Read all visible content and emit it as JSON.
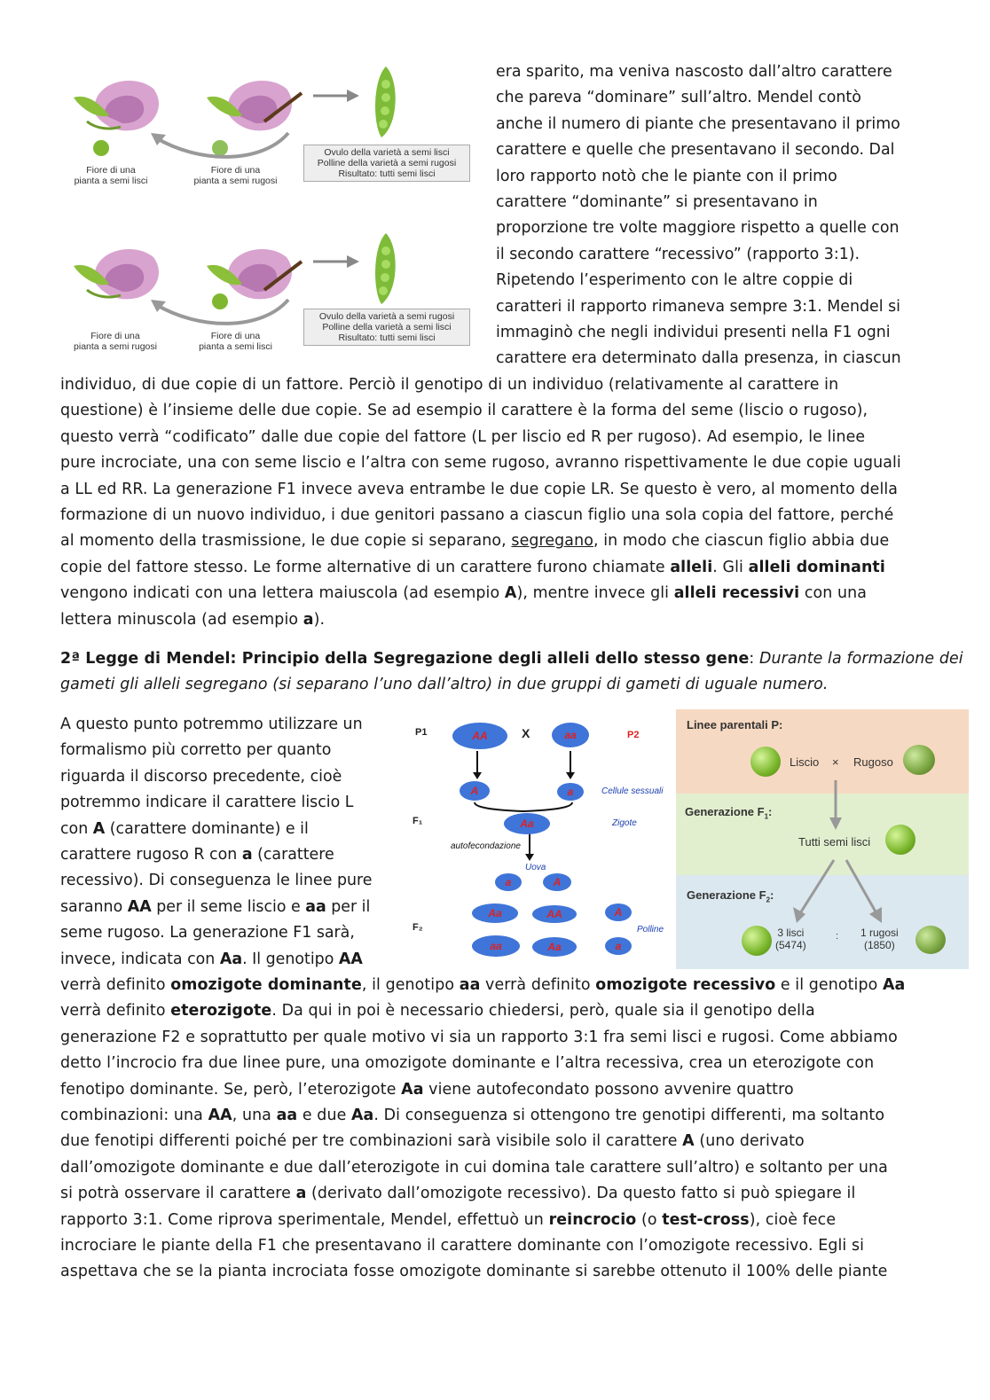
{
  "figure1": {
    "top_row": {
      "flower_left_label": "Fiore di una\npianta a semi lisci",
      "flower_right_label": "Fiore di una\npianta a semi rugosi",
      "result_box": "Ovulo della varietà a semi lisci\nPolline della varietà a semi rugosi\nRisultato: tutti semi lisci"
    },
    "bottom_row": {
      "flower_left_label": "Fiore di una\npianta a semi rugosi",
      "flower_right_label": "Fiore di una\npianta a semi lisci",
      "result_box": "Ovulo della varietà a semi rugosi\nPolline della varietà a semi lisci\nRisultato: tutti semi lisci"
    }
  },
  "right_column_lines": [
    "era sparito, ma veniva nascosto dall’altro carattere",
    "che pareva “dominare” sull’altro. Mendel contò",
    "anche il numero di piante che presentavano il primo",
    "carattere e quelle che presentavano il secondo. Dal",
    "loro rapporto notò che le piante con il primo",
    "carattere “dominante” si presentavano in",
    "proporzione tre volte maggiore rispetto a quelle con",
    "il secondo carattere “recessivo” (rapporto 3:1).",
    "Ripetendo l’esperimento con le altre coppie di",
    "caratteri il rapporto rimaneva sempre 3:1. Mendel si",
    "immaginò che negli individui presenti nella F1 ogni",
    "carattere era determinato dalla presenza, in ciascun"
  ],
  "paragraph1": {
    "l1": "individuo, di due copie di un fattore. Perciò il genotipo di un individuo (relativamente al carattere in",
    "l2": "questione) è l’insieme delle due copie. Se ad esempio il carattere è la forma del seme (liscio o rugoso),",
    "l3": "questo verrà “codificato” dalle due copie del fattore (L per liscio ed R per rugoso). Ad esempio, le linee",
    "l4": "pure incrociate, una con seme liscio e l’altra con seme rugoso, avranno rispettivamente le due copie uguali",
    "l5": "a LL ed RR. La generazione F1 invece aveva entrambe le due copie LR. Se questo è vero, al momento della",
    "l6": "formazione di un nuovo individuo, i due genitori passano a ciascun figlio una sola copia del fattore, perché",
    "l7a": "al momento della trasmissione, le due copie si separano, ",
    "l7u": "segregano",
    "l7b": ", in modo che ciascun figlio abbia due",
    "l8a": "copie del fattore stesso. Le forme alternative di un carattere furono chiamate ",
    "l8b1": "alleli",
    "l8c": ". Gli ",
    "l8b2": "alleli dominanti",
    "l9a": "vengono indicati con una lettera maiuscola (ad esempio ",
    "l9b": "A",
    "l9c": "), mentre invece gli ",
    "l9d": "alleli recessivi",
    "l9e": " con una",
    "l10a": "lettera minuscola (ad esempio ",
    "l10b": "a",
    "l10c": ")."
  },
  "law": {
    "title": "2ª Legge di Mendel: Principio della Segregazione degli alleli dello stesso gene",
    "colon": ": ",
    "italic1": "Durante la formazione dei",
    "italic2": "gameti gli alleli segregano (si separano l’uno dall’altro) in due gruppi di gameti di uguale numero."
  },
  "left_column": {
    "l1": "A questo punto potremmo utilizzare un",
    "l2": "formalismo più corretto per quanto",
    "l3": "riguarda il discorso precedente, cioè",
    "l4": "potremmo indicare il carattere liscio L",
    "l5a": "con ",
    "l5b": "A",
    "l5c": " (carattere dominante) e il",
    "l6a": "carattere rugoso R con ",
    "l6b": "a",
    "l6c": " (carattere",
    "l7": "recessivo). Di conseguenza le linee pure",
    "l8a": "saranno ",
    "l8b": "AA",
    "l8c": " per il seme liscio e ",
    "l8d": "aa",
    "l8e": " per il",
    "l9": "seme rugoso. La generazione F1 sarà,",
    "l10a": "invece, indicata con ",
    "l10b": "Aa",
    "l10c": ". Il genotipo ",
    "l10d": "AA"
  },
  "diagram": {
    "p1": "P1",
    "cross": "X",
    "p2": "P2",
    "aa_big": "AA",
    "aa_small": "aa",
    "gamete_A": "A",
    "gamete_a": "a",
    "cells_label": "Cellule sessuali",
    "f1": "F₁",
    "aa_het": "Aa",
    "zygote_label": "Zigote",
    "selfing_label": "autofecondazione",
    "eggs_label": "Uova",
    "egg_a": "a",
    "egg_A": "A",
    "f2": "F₂",
    "grid": [
      [
        "Aa",
        "AA"
      ],
      [
        "aa",
        "Aa"
      ]
    ],
    "pollen_A": "A",
    "pollen_a": "a",
    "pollen_label": "Polline"
  },
  "panel": {
    "p_title": "Linee parentali P:",
    "smooth": "Liscio",
    "times": "×",
    "wrinkled": "Rugoso",
    "f1_title": "Generazione F",
    "f1_sub": "1",
    "colon": ":",
    "f1_text": "Tutti semi lisci",
    "f2_title": "Generazione F",
    "f2_sub": "2",
    "f2_smooth": "3 lisci\n(5474)",
    "f2_sep": ":",
    "f2_wrinkled": "1 rugosi\n(1850)"
  },
  "paragraph2": {
    "l1a": "verrà definito ",
    "l1b": "omozigote dominante",
    "l1c": ", il genotipo ",
    "l1d": "aa",
    "l1e": " verrà definito ",
    "l1f": "omozigote recessivo",
    "l1g": " e il genotipo ",
    "l1h": "Aa",
    "l2a": "verrà definito ",
    "l2b": "eterozigote",
    "l2c": ". Da qui in poi è necessario chiedersi, però, quale sia il genotipo della",
    "l3": "generazione F2 e soprattutto per quale motivo vi sia un rapporto 3:1 fra semi lisci e rugosi. Come abbiamo",
    "l4": "detto l’incrocio fra due linee pure, una omozigote dominante e l’altra recessiva, crea un eterozigote con",
    "l5a": "fenotipo dominante. Se, però, l’eterozigote ",
    "l5b": "Aa",
    "l5c": " viene autofecondato possono avvenire quattro",
    "l6a": "combinazioni: una ",
    "l6b": "AA",
    "l6c": ", una ",
    "l6d": "aa",
    "l6e": " e due ",
    "l6f": "Aa",
    "l6g": ". Di conseguenza si ottengono tre genotipi differenti, ma soltanto",
    "l7a": "due fenotipi differenti poiché per tre combinazioni sarà visibile solo il carattere ",
    "l7b": "A",
    "l7c": " (uno derivato",
    "l8": "dall’omozigote dominante e due dall’eterozigote in cui domina tale carattere sull’altro) e soltanto per una",
    "l9a": "si potrà osservare il carattere ",
    "l9b": "a",
    "l9c": " (derivato dall’omozigote recessivo). Da questo fatto si può spiegare il",
    "l10a": "rapporto 3:1. Come riprova sperimentale, Mendel, effettuò un ",
    "l10b": "reincrocio",
    "l10c": " (o ",
    "l10d": "test-cross",
    "l10e": "), cioè fece",
    "l11": "incrociare le piante della F1 che presentavano il carattere dominante con l’omozigote recessivo. Egli si",
    "l12": "aspettava che se la pianta incrociata fosse omozigote dominante si sarebbe ottenuto il 100% delle piante"
  }
}
